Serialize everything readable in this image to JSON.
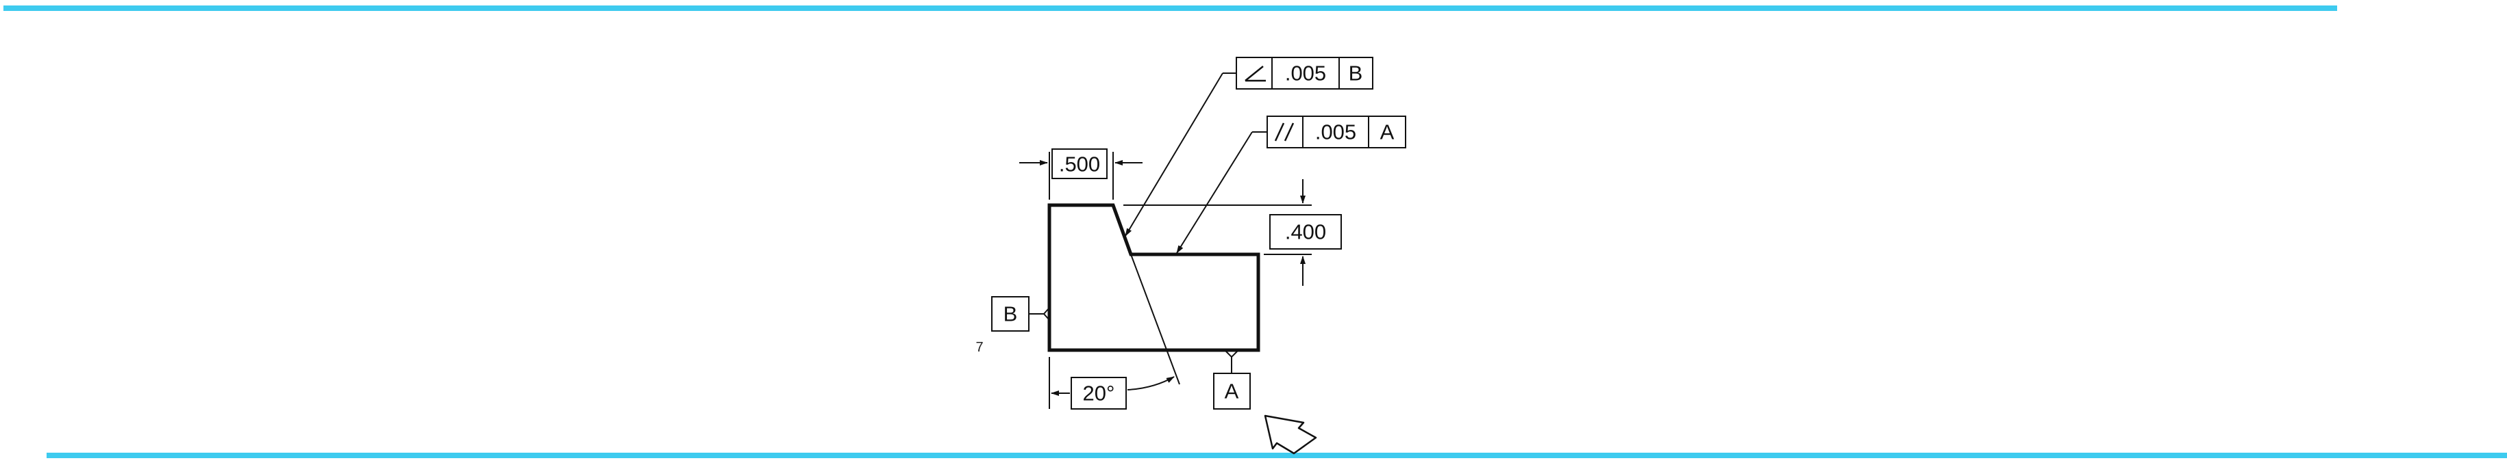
{
  "colors": {
    "rule": "#3ecbef",
    "ink": "#111111"
  },
  "dimensions": {
    "width_label": ".500",
    "height_label": ".400",
    "angle_label": "20°"
  },
  "feature_control_frames": {
    "angularity": {
      "symbol_icon": "angularity-icon",
      "tolerance": ".005",
      "datum": "B"
    },
    "parallelism": {
      "symbol_icon": "parallelism-icon",
      "tolerance": ".005",
      "datum": "A"
    }
  },
  "datums": {
    "left": "B",
    "bottom": "A"
  },
  "figure_number": "7",
  "icons": {
    "arrow": "outline-arrow-icon"
  }
}
